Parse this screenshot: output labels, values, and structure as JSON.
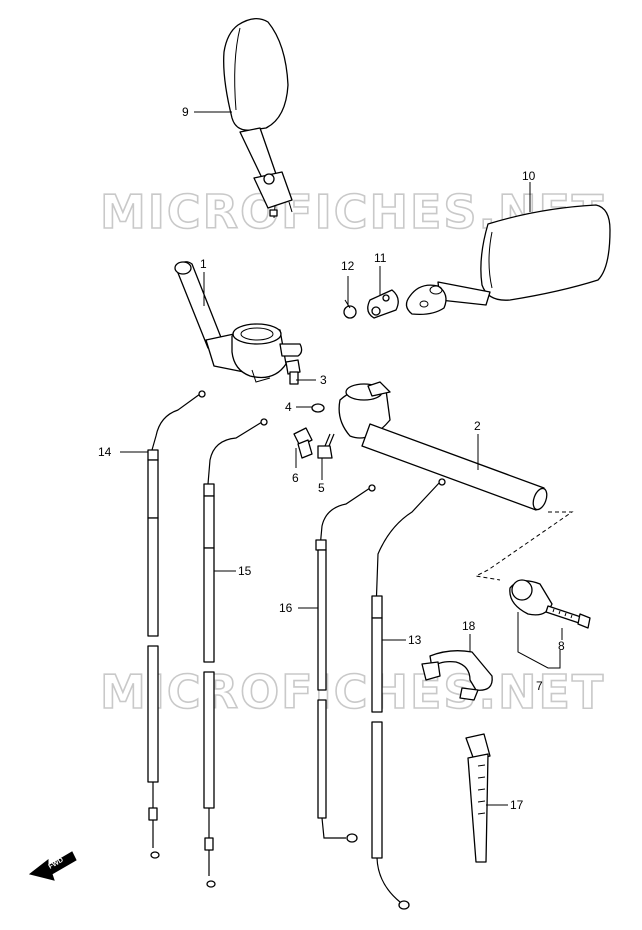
{
  "watermark": "MICROFICHES.NET",
  "fwd_label": "FWD",
  "parts": [
    {
      "id": "1",
      "label": "1"
    },
    {
      "id": "2",
      "label": "2"
    },
    {
      "id": "3",
      "label": "3"
    },
    {
      "id": "4",
      "label": "4"
    },
    {
      "id": "5",
      "label": "5"
    },
    {
      "id": "6",
      "label": "6"
    },
    {
      "id": "7",
      "label": "7"
    },
    {
      "id": "8",
      "label": "8"
    },
    {
      "id": "9",
      "label": "9"
    },
    {
      "id": "10",
      "label": "10"
    },
    {
      "id": "11",
      "label": "11"
    },
    {
      "id": "12",
      "label": "12"
    },
    {
      "id": "13",
      "label": "13"
    },
    {
      "id": "14",
      "label": "14"
    },
    {
      "id": "15",
      "label": "15"
    },
    {
      "id": "16",
      "label": "16"
    },
    {
      "id": "17",
      "label": "17"
    },
    {
      "id": "18",
      "label": "18"
    }
  ]
}
